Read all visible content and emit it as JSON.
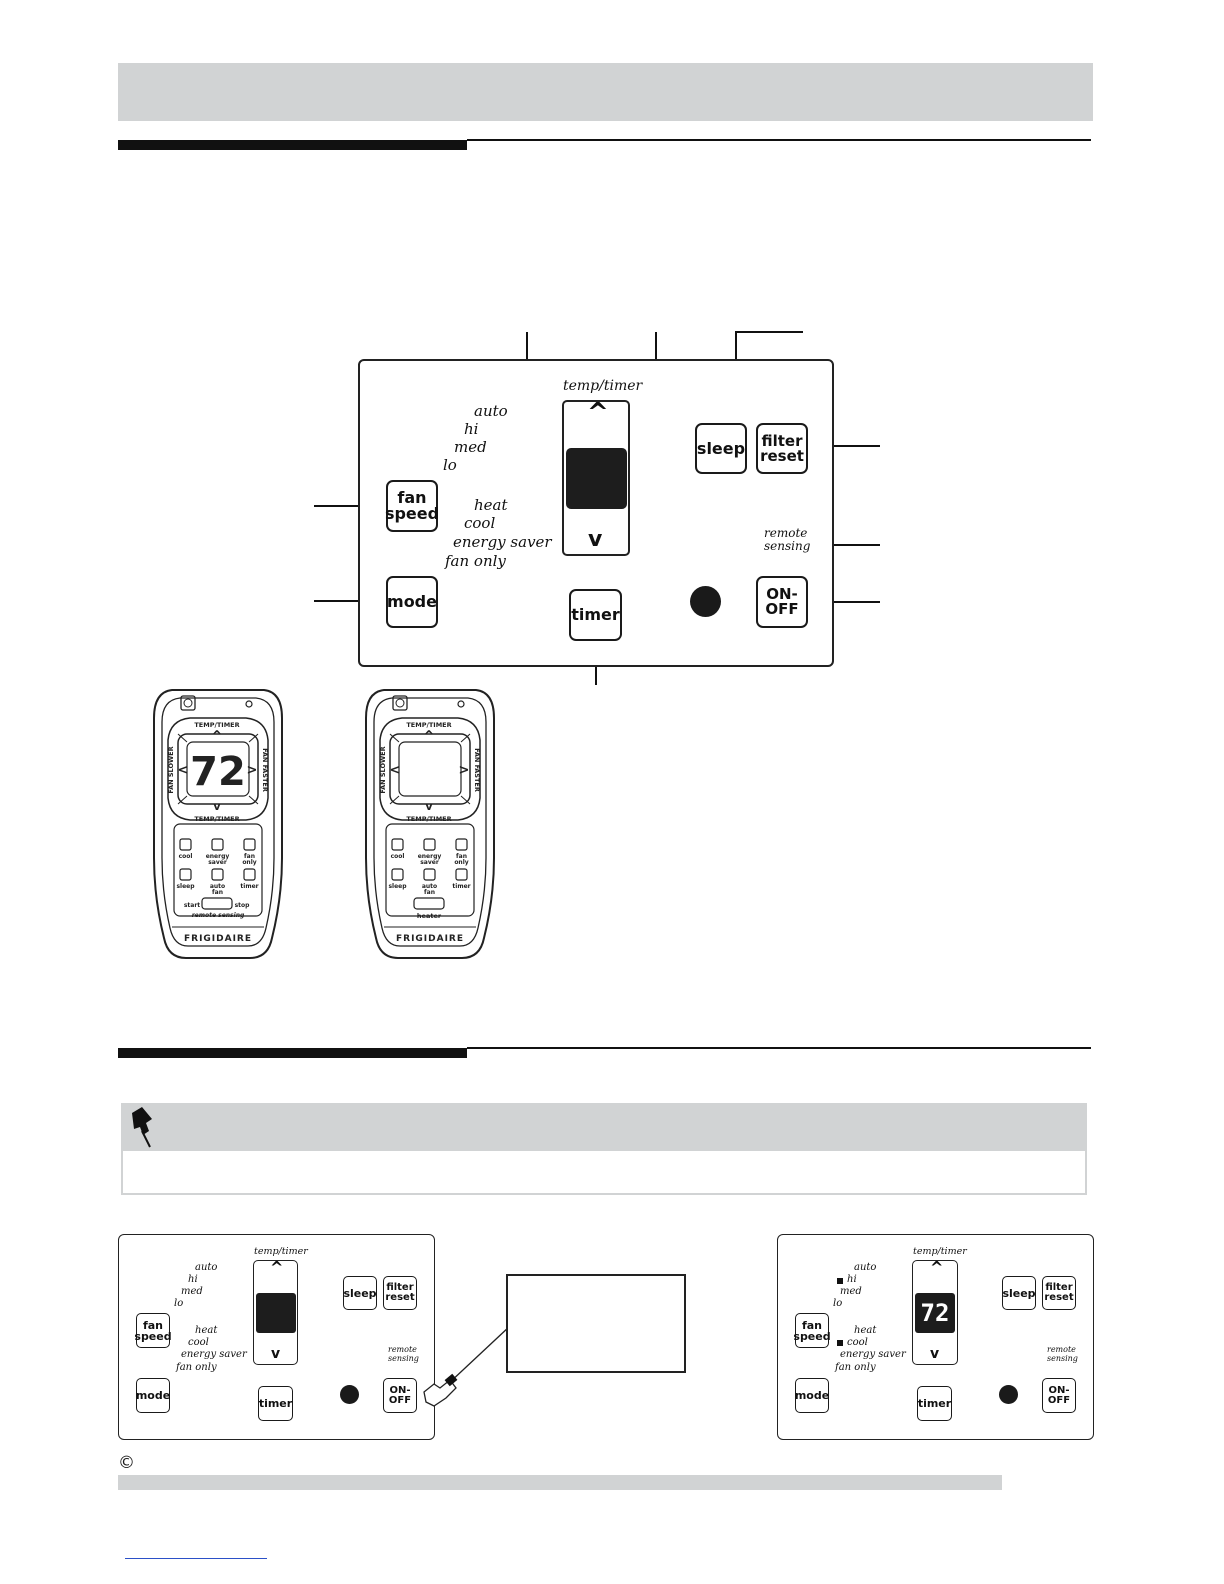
{
  "main_panel": {
    "temp_timer_label": "temp/timer",
    "fan_levels": [
      "auto",
      "hi",
      "med",
      "lo"
    ],
    "modes": [
      "heat",
      "cool",
      "energy saver",
      "fan only"
    ],
    "fan_speed_button": "fan\nspeed",
    "mode_button": "mode",
    "sleep_button": "sleep",
    "filter_reset_button": "filter\nreset",
    "timer_button": "timer",
    "on_off_button": "ON-\nOFF",
    "remote_sensing_label": "remote\nsensing",
    "up_symbol": "^",
    "down_symbol": "v"
  },
  "remote_a": {
    "temp_timer_top": "TEMP/TIMER",
    "temp_timer_bottom": "TEMP/TIMER",
    "fan_slower": "FAN SLOWER",
    "fan_faster": "FAN FASTER",
    "display_value": "72",
    "row1": [
      "cool",
      "energy\nsaver",
      "fan\nonly"
    ],
    "row2": [
      "sleep",
      "auto\nfan",
      "timer"
    ],
    "start_label": "start",
    "stop_label": "stop",
    "remote_sensing": "remote sensing",
    "brand": "FRIGIDAIRE"
  },
  "remote_b": {
    "temp_timer_top": "TEMP/TIMER",
    "temp_timer_bottom": "TEMP/TIMER",
    "fan_slower": "FAN SLOWER",
    "fan_faster": "FAN FASTER",
    "row1": [
      "cool",
      "energy\nsaver",
      "fan\nonly"
    ],
    "row2": [
      "sleep",
      "auto\nfan",
      "timer"
    ],
    "heater_label": "heater",
    "brand": "FRIGIDAIRE"
  },
  "panel_left": {
    "temp_timer_label": "temp/timer",
    "fan_levels": [
      "auto",
      "hi",
      "med",
      "lo"
    ],
    "modes": [
      "heat",
      "cool",
      "energy saver",
      "fan only"
    ],
    "fan_speed_button": "fan\nspeed",
    "mode_button": "mode",
    "sleep_button": "sleep",
    "filter_reset_button": "filter\nreset",
    "timer_button": "timer",
    "on_off_button": "ON-\nOFF",
    "remote_sensing_label": "remote\nsensing"
  },
  "panel_right": {
    "temp_timer_label": "temp/timer",
    "fan_levels": [
      "auto",
      "hi",
      "med",
      "lo"
    ],
    "modes": [
      "heat",
      "cool",
      "energy saver",
      "fan only"
    ],
    "fan_speed_button": "fan\nspeed",
    "mode_button": "mode",
    "sleep_button": "sleep",
    "filter_reset_button": "filter\nreset",
    "timer_button": "timer",
    "on_off_button": "ON-\nOFF",
    "remote_sensing_label": "remote\nsensing",
    "display_value": "72"
  },
  "footer": {
    "copyright_symbol": "©"
  },
  "colors": {
    "gray_band": "#d1d3d4",
    "ink": "#111111",
    "link": "#2b50c8"
  }
}
